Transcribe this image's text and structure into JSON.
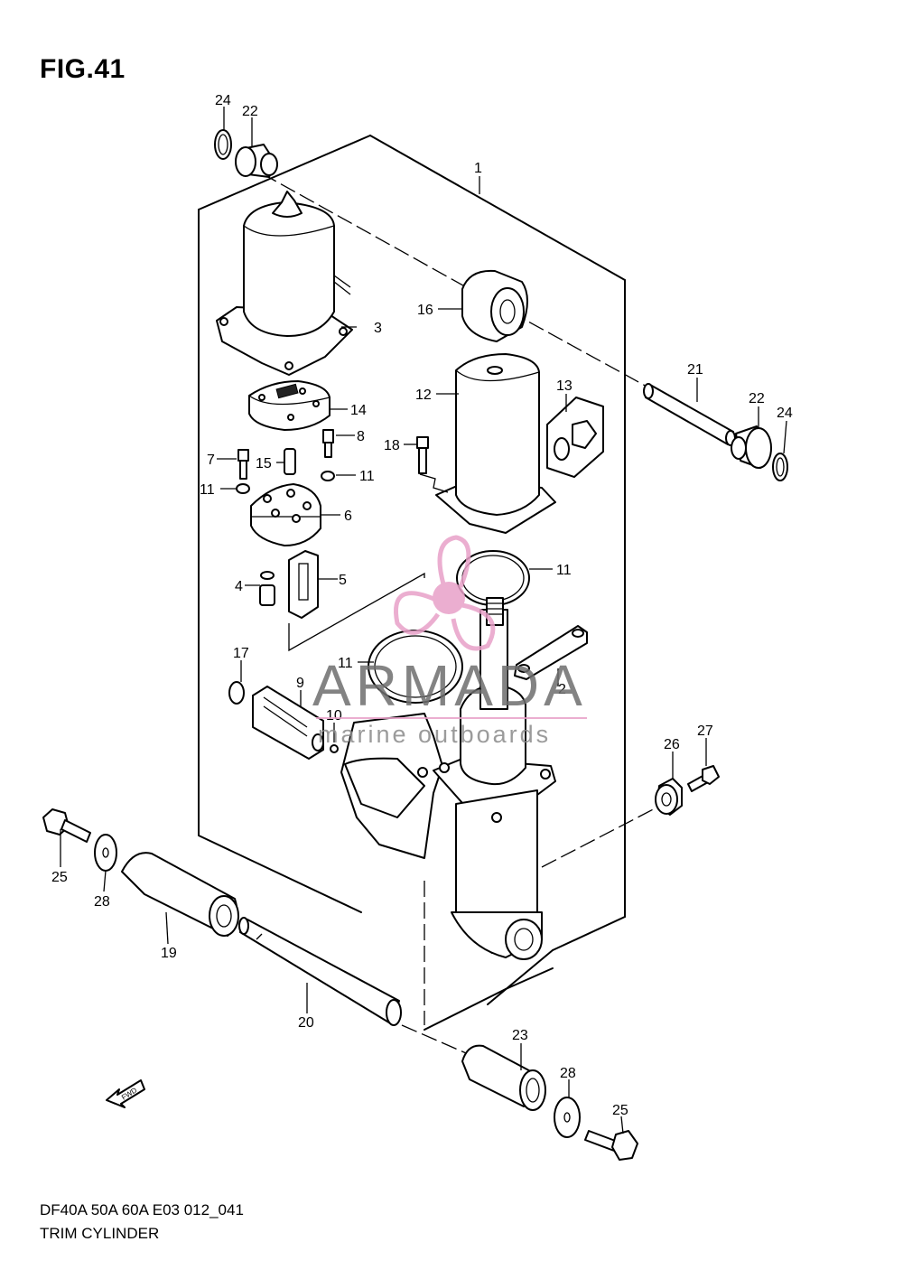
{
  "figure": {
    "title": "FIG.41",
    "code": "DF40A 50A 60A E03 012_041",
    "name": "TRIM CYLINDER"
  },
  "watermark": {
    "brand": "ARMADA",
    "tagline": "marine outboards",
    "logo_color": "#e8a0c8"
  },
  "callouts": [
    {
      "id": "c24a",
      "num": "24"
    },
    {
      "id": "c22a",
      "num": "22"
    },
    {
      "id": "c1",
      "num": "1"
    },
    {
      "id": "c3",
      "num": "3"
    },
    {
      "id": "c16",
      "num": "16"
    },
    {
      "id": "c21",
      "num": "21"
    },
    {
      "id": "c22b",
      "num": "22"
    },
    {
      "id": "c24b",
      "num": "24"
    },
    {
      "id": "c13",
      "num": "13"
    },
    {
      "id": "c12",
      "num": "12"
    },
    {
      "id": "c14",
      "num": "14"
    },
    {
      "id": "c8",
      "num": "8"
    },
    {
      "id": "c18",
      "num": "18"
    },
    {
      "id": "c7",
      "num": "7"
    },
    {
      "id": "c15",
      "num": "15"
    },
    {
      "id": "c11a",
      "num": "11"
    },
    {
      "id": "c11b",
      "num": "11"
    },
    {
      "id": "c6",
      "num": "6"
    },
    {
      "id": "c11c",
      "num": "11"
    },
    {
      "id": "c4",
      "num": "4"
    },
    {
      "id": "c5",
      "num": "5"
    },
    {
      "id": "c17",
      "num": "17"
    },
    {
      "id": "c11d",
      "num": "11"
    },
    {
      "id": "c9",
      "num": "9"
    },
    {
      "id": "c10",
      "num": "10"
    },
    {
      "id": "c2",
      "num": "2"
    },
    {
      "id": "c26",
      "num": "26"
    },
    {
      "id": "c27",
      "num": "27"
    },
    {
      "id": "c25a",
      "num": "25"
    },
    {
      "id": "c28a",
      "num": "28"
    },
    {
      "id": "c19",
      "num": "19"
    },
    {
      "id": "c20",
      "num": "20"
    },
    {
      "id": "c23",
      "num": "23"
    },
    {
      "id": "c28b",
      "num": "28"
    },
    {
      "id": "c25b",
      "num": "25"
    }
  ],
  "fwd_icon": {
    "label": "FWD"
  }
}
